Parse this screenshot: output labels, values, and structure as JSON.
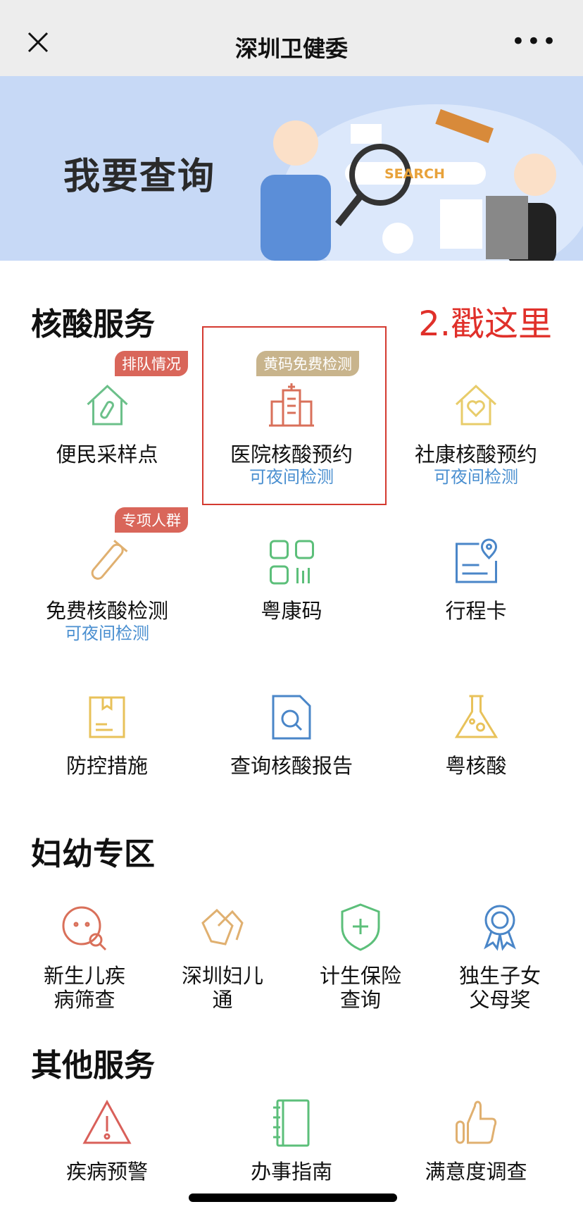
{
  "header": {
    "title": "深圳卫健委",
    "close_icon": "close-icon",
    "more_icon": "more-icon"
  },
  "banner": {
    "title": "我要查询",
    "search_text": "SEARCH"
  },
  "nucleic": {
    "title": "核酸服务",
    "hint": "2.戳这里",
    "items": [
      {
        "label": "便民采样点",
        "badge": "排队情况",
        "badge_color": "#d9665a"
      },
      {
        "label": "医院核酸预约",
        "sub": "可夜间检测",
        "badge": "黄码免费检测",
        "badge_color": "#c8b48c"
      },
      {
        "label": "社康核酸预约",
        "sub": "可夜间检测"
      },
      {
        "label": "免费核酸检测",
        "sub": "可夜间检测",
        "badge": "专项人群",
        "badge_color": "#d9665a"
      },
      {
        "label": "粤康码"
      },
      {
        "label": "行程卡"
      },
      {
        "label": "防控措施"
      },
      {
        "label": "查询核酸报告"
      },
      {
        "label": "粤核酸"
      }
    ]
  },
  "maternal": {
    "title": "妇幼专区",
    "items": [
      {
        "line1": "新生儿疾",
        "line2": "病筛查"
      },
      {
        "line1": "深圳妇儿",
        "line2": "通"
      },
      {
        "line1": "计生保险",
        "line2": "查询"
      },
      {
        "line1": "独生子女",
        "line2": "父母奖"
      }
    ]
  },
  "other": {
    "title": "其他服务",
    "items": [
      {
        "label": "疾病预警"
      },
      {
        "label": "办事指南"
      },
      {
        "label": "满意度调查"
      }
    ]
  }
}
